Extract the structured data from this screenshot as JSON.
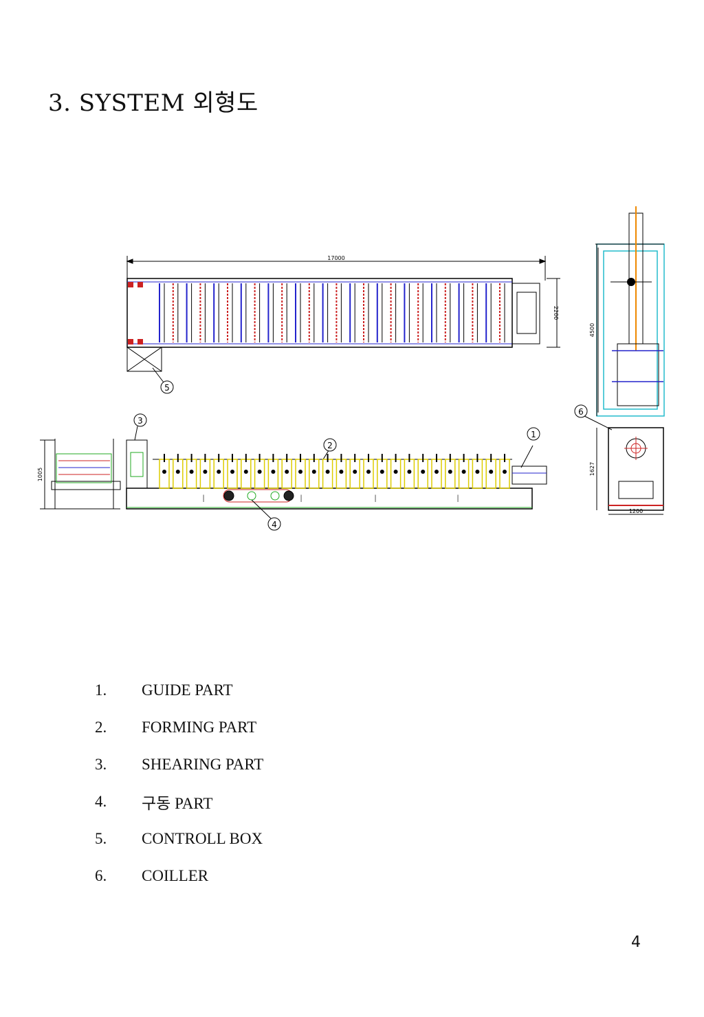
{
  "page": {
    "title": "3. SYSTEM 외형도",
    "page_number": "4"
  },
  "drawing": {
    "callouts": [
      "1",
      "2",
      "3",
      "4",
      "5",
      "6"
    ],
    "dimensions": {
      "top_length": "17000",
      "top_width": "2200",
      "front_height": "1005",
      "side_height": "4500",
      "coiler_height": "1627",
      "coiler_width": "1200"
    }
  },
  "legend": [
    {
      "num": "1.",
      "label": "GUIDE PART"
    },
    {
      "num": "2.",
      "label": "FORMING PART"
    },
    {
      "num": "3.",
      "label": "SHEARING PART"
    },
    {
      "num": "4.",
      "label": "구동 PART"
    },
    {
      "num": "5.",
      "label": "CONTROLL BOX"
    },
    {
      "num": "6.",
      "label": "COILLER"
    }
  ],
  "colors": {
    "line": "#000000",
    "frame_blue": "#2222cc",
    "roller_red": "#cc2222",
    "cyan": "#22bbcc",
    "yellow": "#ddcc00",
    "green": "#22aa22",
    "orange": "#ee8800"
  }
}
